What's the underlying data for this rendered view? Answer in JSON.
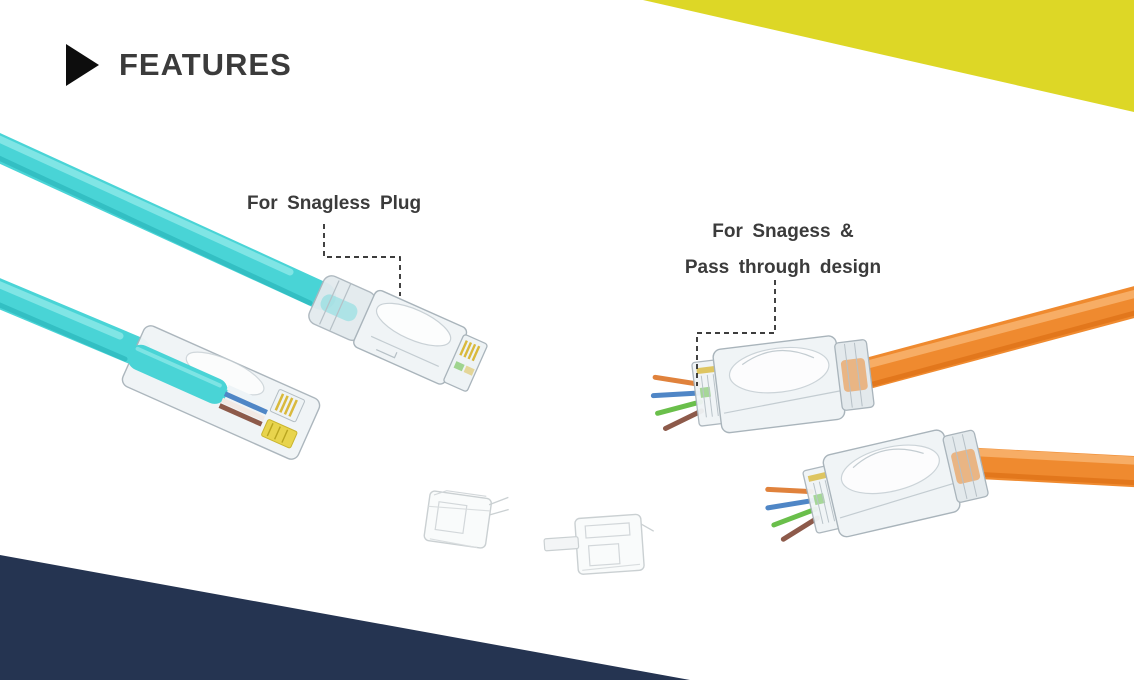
{
  "slide": {
    "heading": {
      "text": "FEATURES",
      "color": "#3b3b3b"
    },
    "labels": {
      "snagless": "For Snagless Plug",
      "passthrough_line1": "For Snagess &",
      "passthrough_line2": "Pass through design"
    },
    "colors": {
      "accent_yellow": "#ddd726",
      "navy": "#253451",
      "label_text": "#3b3b3b",
      "callout_dash": "#222222",
      "cable_cyan": "#49d4d6",
      "cable_cyan_light": "#8ae8e8",
      "cable_cyan_dark": "#2ab7bb",
      "cable_orange": "#ef8a2f",
      "cable_orange_light": "#f9b46f",
      "cable_orange_dark": "#dd6f15",
      "connector_clear": "#f0f4f6",
      "connector_stroke": "#a9b4bb",
      "gold_pins": "#d9b93c",
      "contact_gold": "#e8d44d",
      "wire_blue": "#4f86c6",
      "wire_green": "#6abf4b",
      "wire_brown": "#8d5a4a",
      "wire_orange": "#e0823c",
      "wire_white": "#eef4f7"
    }
  }
}
